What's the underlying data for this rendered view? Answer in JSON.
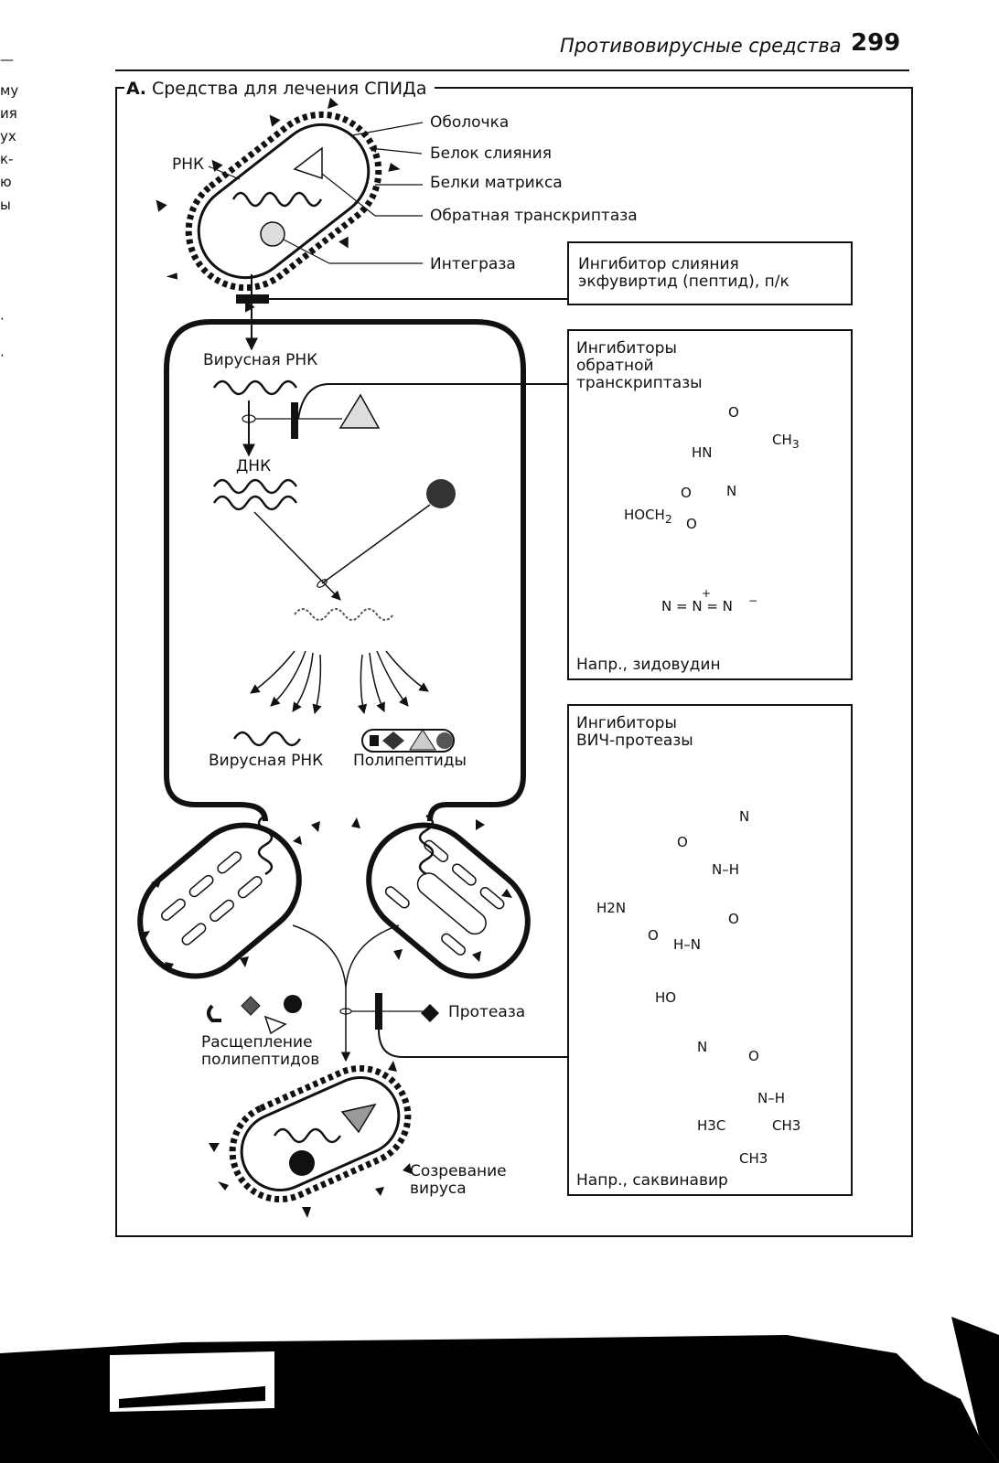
{
  "header": {
    "title": "Противовирусные средства",
    "page_number": "299"
  },
  "margin_fragments": [
    "—",
    "му",
    "ия",
    "ух",
    "к-",
    "ю",
    "ы",
    "·",
    "·"
  ],
  "section": {
    "prefix": "А.",
    "title": "Средства для лечения СПИДа"
  },
  "virion_labels": {
    "rna": "РНК",
    "envelope": "Оболочка",
    "fusion_protein": "Белок слияния",
    "matrix_proteins": "Белки матрикса",
    "reverse_transcriptase": "Обратная транскриптаза",
    "integrase": "Интеграза"
  },
  "cell_labels": {
    "viral_rna_top": "Вирусная РНК",
    "dna": "ДНК",
    "viral_rna_bottom": "Вирусная РНК",
    "polypeptides": "Полипептиды",
    "polypeptide_cleavage_line1": "Расщепление",
    "polypeptide_cleavage_line2": "полипептидов",
    "protease": "Протеаза",
    "maturation_line1": "Созревание",
    "maturation_line2": "вируса"
  },
  "fusion_box": {
    "line1": "Ингибитор слияния",
    "line2": "экфувиртид (пептид), п/к"
  },
  "rt_box": {
    "line1": "Ингибиторы",
    "line2": "обратной",
    "line3": "транскриптазы",
    "example": "Напр., зидовудин",
    "chem": {
      "o_top": "O",
      "hn": "HN",
      "ch3": "CH",
      "ch3_sub": "3",
      "o_left": "O",
      "n": "N",
      "hoch2": "HOCH",
      "hoch2_sub": "2",
      "o_ring": "O",
      "azide": "N = N = N",
      "plus": "+",
      "minus": "−"
    }
  },
  "protease_box": {
    "line1": "Ингибиторы",
    "line2": "ВИЧ-протеазы",
    "example": "Напр., саквинавир",
    "chem": {
      "n_quin": "N",
      "o1": "O",
      "nh1": "N–H",
      "h2n": "H2N",
      "o2": "O",
      "o3": "O",
      "hn": "H–N",
      "ho": "HO",
      "n_ring": "N",
      "o4": "O",
      "nh2": "N–H",
      "h3c": "H3C",
      "ch3_right": "CH3",
      "ch3_bottom": "CH3"
    }
  },
  "colors": {
    "ink": "#111111",
    "paper": "#ffffff",
    "scan_bar": "#000000"
  }
}
